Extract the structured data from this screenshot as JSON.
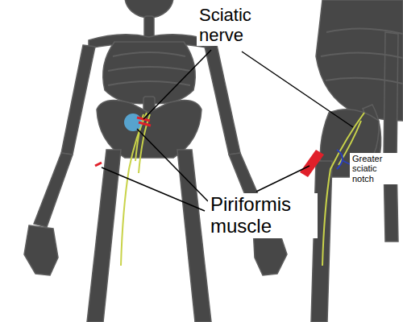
{
  "diagram": {
    "labels": [
      "Sciatic nerve",
      "Piriformis muscle",
      "Greater sciatic notch"
    ]
  }
}
